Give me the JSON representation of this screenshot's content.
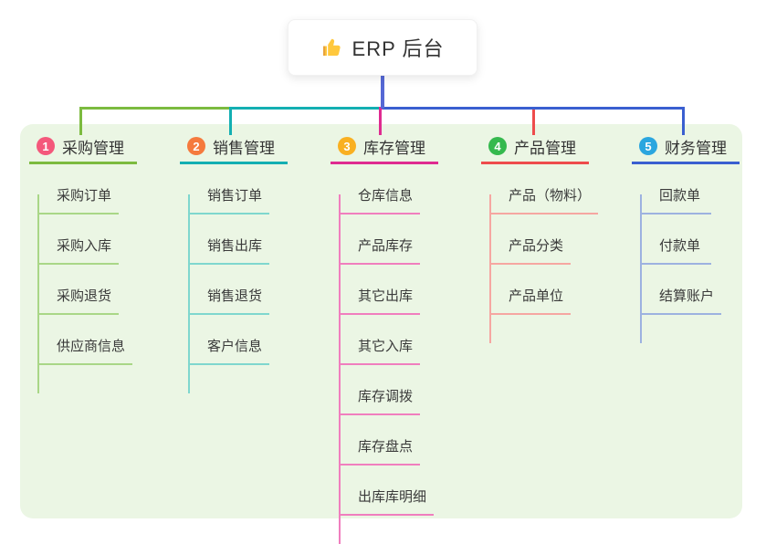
{
  "root": {
    "label": "ERP 后台",
    "icon": "thumbs-up-icon",
    "icon_color": "#FFC83D",
    "connector_color": "#5568D5"
  },
  "panel": {
    "background": "#EBF6E4"
  },
  "branches": [
    {
      "num": "1",
      "label": "采购管理",
      "badge_color": "#F4587B",
      "line_color": "#7CBB3F",
      "child_line_color": "#A9D787",
      "children": [
        "采购订单",
        "采购入库",
        "采购退货",
        "供应商信息"
      ]
    },
    {
      "num": "2",
      "label": "销售管理",
      "badge_color": "#F57A3D",
      "line_color": "#13AFB2",
      "child_line_color": "#7FD7CE",
      "children": [
        "销售订单",
        "销售出库",
        "销售退货",
        "客户信息"
      ]
    },
    {
      "num": "3",
      "label": "库存管理",
      "badge_color": "#F9B021",
      "line_color": "#DF2B90",
      "child_line_color": "#F07EBE",
      "children": [
        "仓库信息",
        "产品库存",
        "其它出库",
        "其它入库",
        "库存调拨",
        "库存盘点",
        "出库库明细"
      ]
    },
    {
      "num": "4",
      "label": "产品管理",
      "badge_color": "#35B94E",
      "line_color": "#EE4C4C",
      "child_line_color": "#F6A6A1",
      "children": [
        "产品（物料）",
        "产品分类",
        "产品单位"
      ]
    },
    {
      "num": "5",
      "label": "财务管理",
      "badge_color": "#2BA6DF",
      "line_color": "#3A5FD0",
      "child_line_color": "#9DB2E0",
      "children": [
        "回款单",
        "付款单",
        "结算账户"
      ]
    }
  ]
}
